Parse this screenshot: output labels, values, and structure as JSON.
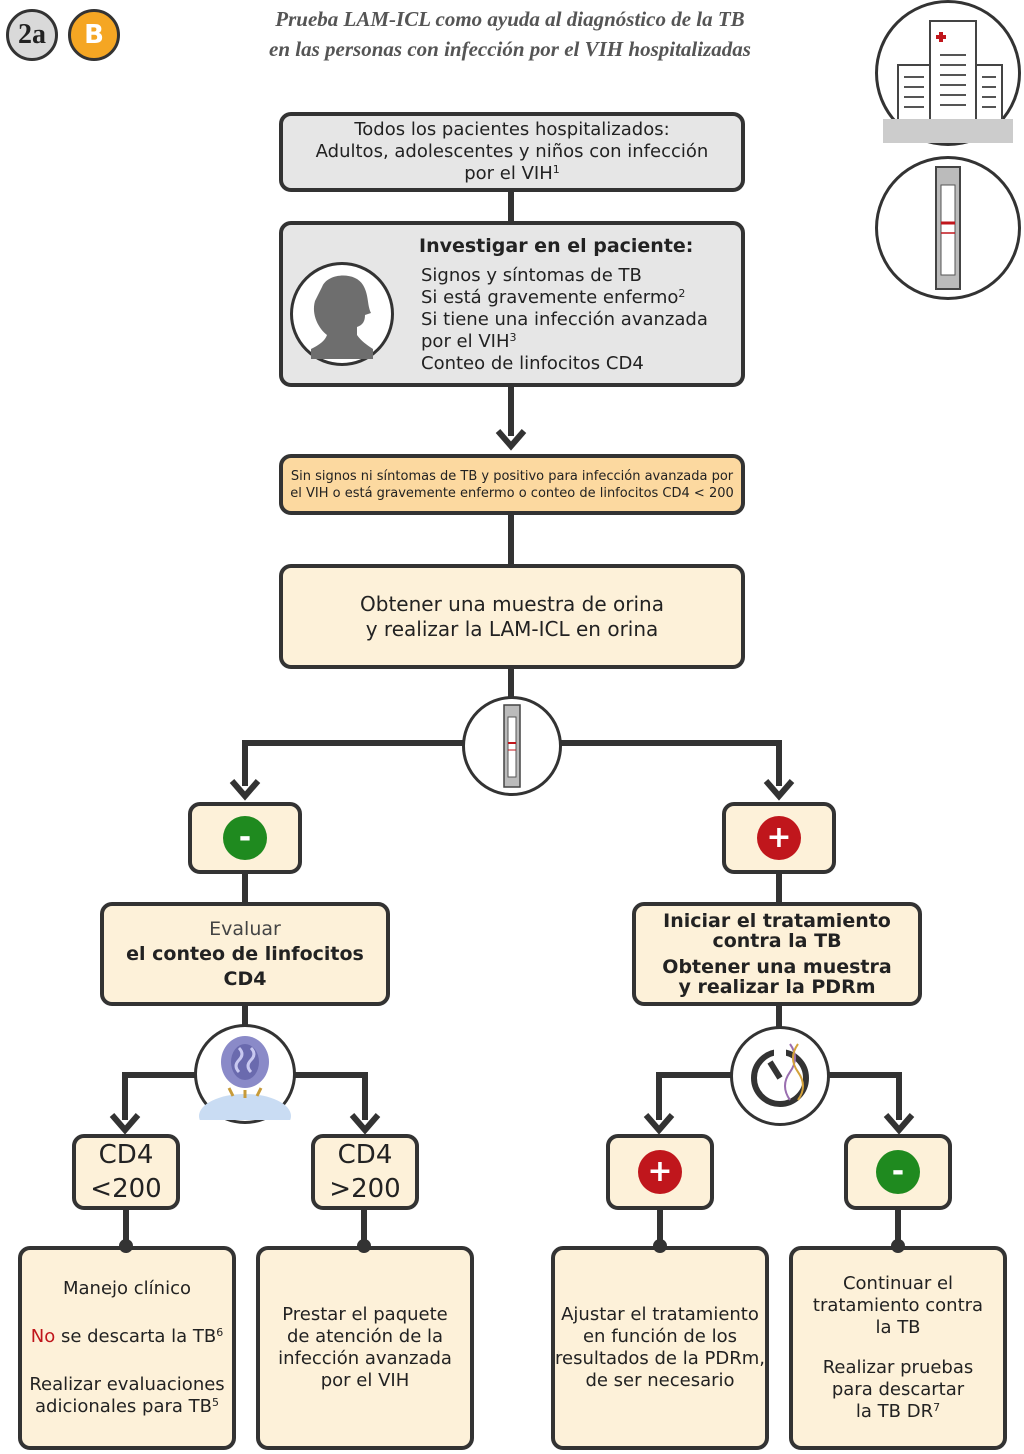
{
  "header": {
    "badge_2a": "2a",
    "badge_b": "B",
    "title_line1": "Prueba LAM-ICL como ayuda al diagnóstico de la TB",
    "title_line2": "en las personas con infección por el VIH hospitalizadas"
  },
  "box1": {
    "line1": "Todos los pacientes hospitalizados:",
    "line2": "Adultos, adolescentes y niños con infección",
    "line3": "por el VIH",
    "sup": "1"
  },
  "box2": {
    "title": "Investigar en el paciente:",
    "item1": "Signos y síntomas de TB",
    "item2": "Si está gravemente enfermo",
    "item2_sup": "2",
    "item3a": "Si tiene una infección avanzada",
    "item3b": "por el VIH",
    "item3_sup": "3",
    "item4": "Conteo de linfocitos CD4"
  },
  "criteria": {
    "line1": "Sin signos ni síntomas de TB y positivo para infección avanzada por",
    "line2": "el VIH o está gravemente enfermo o conteo de linfocitos CD4 < 200"
  },
  "urine": {
    "line1": "Obtener una muestra de orina",
    "line2": "y realizar la LAM-ICL en orina"
  },
  "result_neg": {
    "sign": "-"
  },
  "result_pos": {
    "sign": "+"
  },
  "evaluate": {
    "line1": "Evaluar",
    "line2": "el conteo de linfocitos CD4"
  },
  "treat": {
    "line1": "Iniciar el tratamiento",
    "line2": "contra la TB",
    "line3": "Obtener una muestra",
    "line4": "y realizar la PDRm"
  },
  "cd4_low": {
    "line1": "CD4",
    "line2": "<200"
  },
  "cd4_high": {
    "line1": "CD4",
    "line2": ">200"
  },
  "pdrm_pos": {
    "sign": "+"
  },
  "pdrm_neg": {
    "sign": "-"
  },
  "out1": {
    "line1": "Manejo clínico",
    "no": "No",
    "line2_rest": " se descarta la TB",
    "line2_sup": "6",
    "line3": "Realizar evaluaciones",
    "line4": "adicionales para TB",
    "line4_sup": "5"
  },
  "out2": {
    "line1": "Prestar el paquete",
    "line2": "de atención de la",
    "line3": "infección avanzada",
    "line4": "por el VIH"
  },
  "out3": {
    "line1": "Ajustar el tratamiento",
    "line2": "en función de los",
    "line3": "resultados de la PDRm,",
    "line4": "de ser necesario"
  },
  "out4": {
    "line1": "Continuar el",
    "line2": "tratamiento contra",
    "line3": "la TB",
    "line4": "Realizar pruebas",
    "line5": "para descartar",
    "line6": "la TB DR",
    "line6_sup": "7"
  },
  "colors": {
    "gray_box": "#e6e6e6",
    "cream_box": "#fdf1d9",
    "orange_box": "#fcd9a0",
    "badge_orange": "#f5a623",
    "positive_red": "#c0161c",
    "negative_green": "#1f8a1f",
    "border": "#333333"
  },
  "icons": [
    "hospital-icon",
    "lam-test-strip-icon",
    "patient-silhouette-icon",
    "cd4-cell-icon",
    "pdrm-cartridge-icon"
  ]
}
